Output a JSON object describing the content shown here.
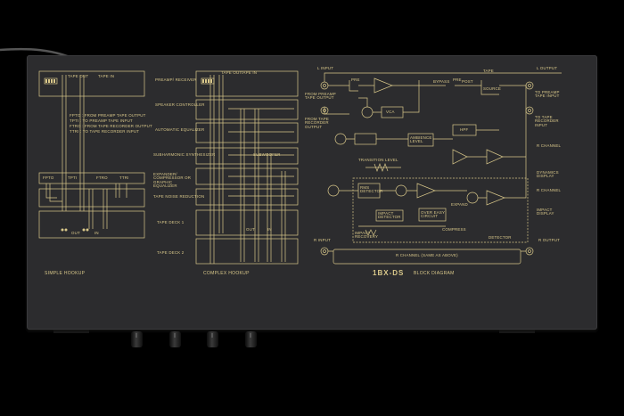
{
  "device": {
    "model": "1BX-DS",
    "diagram_title": "BLOCK DIAGRAM"
  },
  "simple_hookup": {
    "caption": "SIMPLE HOOKUP",
    "tape_out": "TAPE OUT",
    "tape_in": "TAPE IN",
    "legend": [
      "FPTO : FROM PREAMP TAPE OUTPUT",
      "TPTI : TO PREAMP TAPE INPUT",
      "FTRO : FROM TAPE RECORDER OUTPUT",
      "TTRI : TO TAPE RECORDER INPUT"
    ],
    "strip_labels": [
      "FPTO",
      "TPTI",
      "FTRO",
      "TTRI"
    ],
    "deck_labels": [
      "OUT",
      "IN"
    ]
  },
  "complex_hookup": {
    "caption": "COMPLEX HOOKUP",
    "tape_out": "TAPE OUT",
    "tape_in": "TAPE IN",
    "rows": [
      "PREAMP/ RECEIVER",
      "SPEAKER CONTROLLER",
      "AUTOMATIC EQUALIZER",
      "SUBHARMONIC SYNTHESIZER",
      "EXPANDER/ COMPRESSOR OR GRAPHIC EQUALIZER",
      "TAPE NOISE REDUCTION",
      "TAPE DECK 1",
      "TAPE DECK 2"
    ],
    "subwoofer": "SUBWOOFER",
    "deck_labels": [
      "OUT",
      "IN"
    ]
  },
  "block_diagram": {
    "l_input": "L INPUT",
    "l_output": "L OUTPUT",
    "from_preamp": "FROM PREAMP TAPE OUTPUT",
    "from_tape": "FROM TAPE RECORDER OUTPUT",
    "to_preamp": "TO PREAMP TAPE INPUT",
    "to_tape": "TO TAPE RECORDER INPUT",
    "pre": "PRE",
    "bypass": "BYPASS",
    "post": "POST",
    "tape": "TAPE",
    "source": "SOURCE",
    "vca": "VCA",
    "ambience": "AMBIENCE LEVEL",
    "hpf": "HPF",
    "transition": "TRANSITION LEVEL",
    "rms_detector": "RMS DETECTOR",
    "impact_detector": "IMPACT DETECTOR",
    "over_easy": "OVER EASY CIRCUIT",
    "impact_recovery": "IMPACT RECOVERY",
    "expand": "EXPAND",
    "compress": "COMPRESS",
    "detector": "DETECTOR",
    "r_channel": "R CHANNEL",
    "dynamics_display": "DYNAMICS DISPLAY",
    "impact_display": "IMPACT DISPLAY",
    "r_input": "R INPUT",
    "r_output": "R OUTPUT",
    "r_channel_same": "R CHANNEL (SAME AS ABOVE)"
  },
  "colors": {
    "panel": "#2c2c2e",
    "print": "#d9c88a",
    "background": "#000000"
  }
}
